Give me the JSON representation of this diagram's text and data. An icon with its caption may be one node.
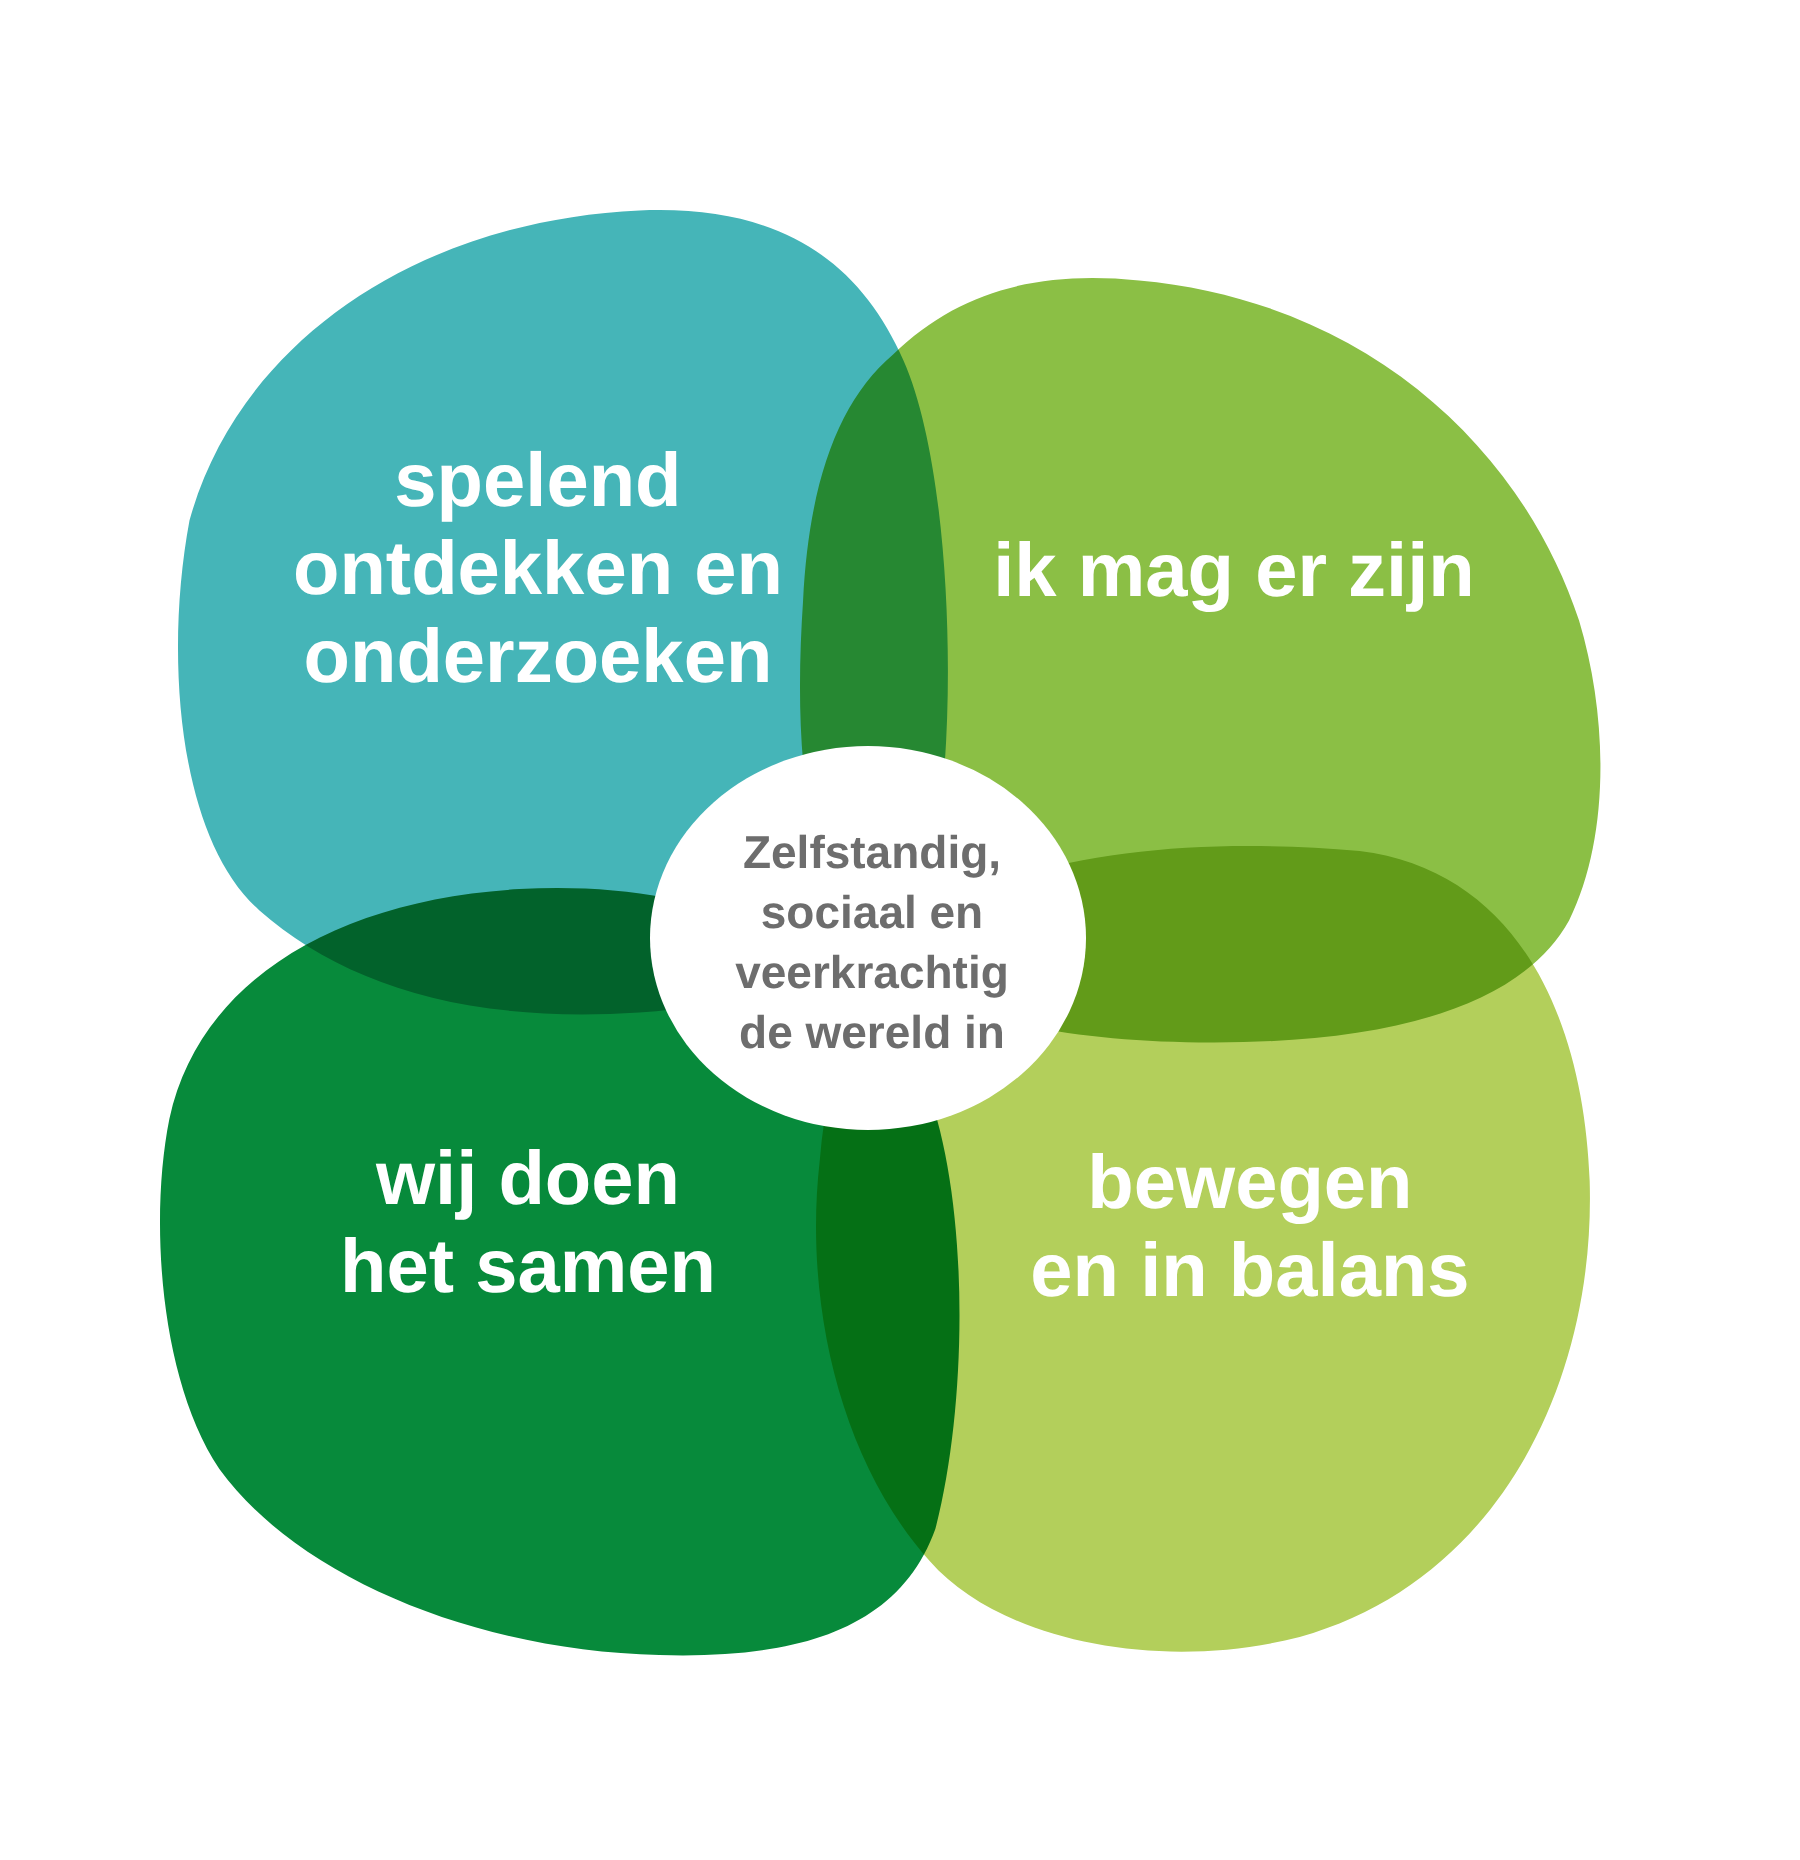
{
  "diagram": {
    "nodes": [
      {
        "text": [
          "spelend ontdekken en onderzoeken"
        ]
      },
      {
        "text": [
          "ik mag er zijn"
        ]
      },
      {
        "text": [
          "Zelfstandig, sociaal en veerkrachtig de wereld in"
        ]
      },
      {
        "text": [
          "wij doen het samen"
        ]
      },
      {
        "text": [
          "bewegen en in balans"
        ]
      }
    ]
  }
}
